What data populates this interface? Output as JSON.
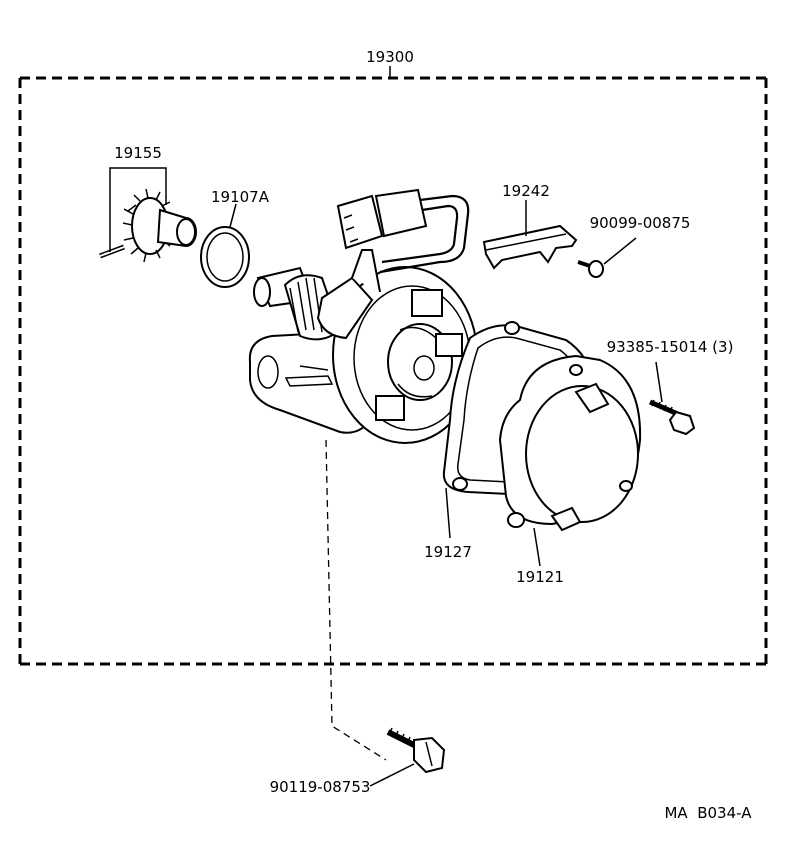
{
  "assembly": {
    "part_number": "19300"
  },
  "callouts": {
    "drive_gear": "19155",
    "o_ring": "19107A",
    "bracket": "19242",
    "bracket_screw": "90099-00875",
    "cap_bolt": "93385-15014 (3)",
    "gasket": "19127",
    "distributor_cap": "19121",
    "mount_bolt": "90119-08753"
  },
  "figure_code": "MA  B034-A"
}
